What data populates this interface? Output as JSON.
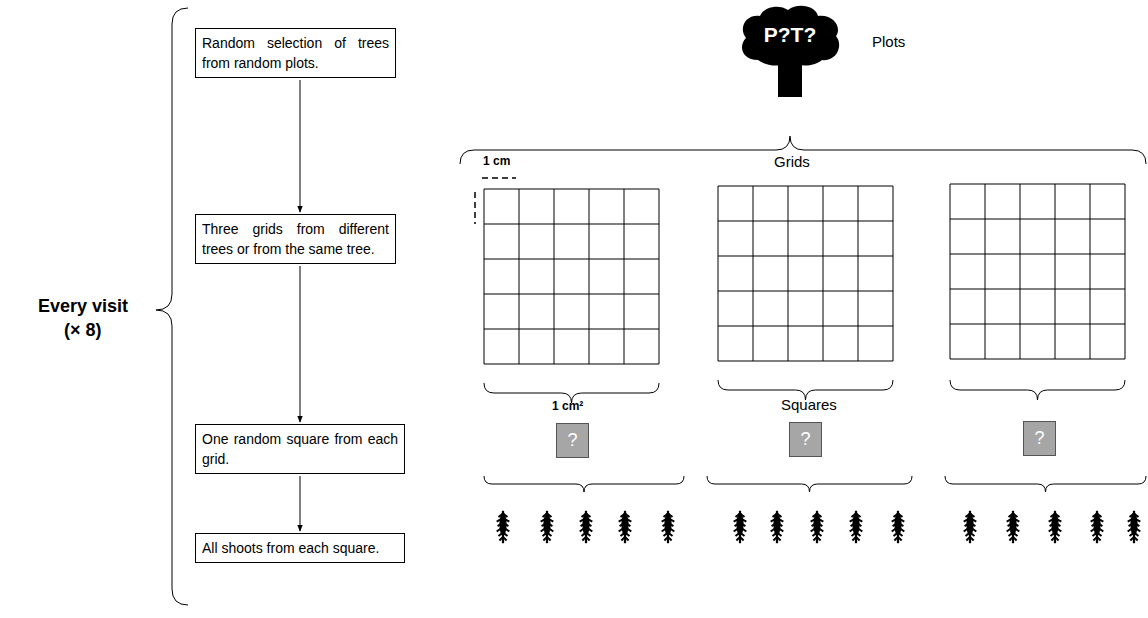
{
  "diagram": {
    "nodes": [
      {
        "text": [
          "Random selection of trees from random plots."
        ]
      },
      {
        "text": [
          "Three grids from different trees or from the same tree."
        ]
      },
      {
        "text": [
          "One random square from each grid."
        ]
      },
      {
        "text": [
          "All shoots from each square."
        ]
      },
      {
        "text": [
          "P?T?"
        ]
      },
      {
        "text": [
          "?"
        ]
      },
      {
        "text": [
          "?"
        ]
      },
      {
        "text": [
          "?"
        ]
      }
    ],
    "edges": [
      {
        "from": 0,
        "to": 1,
        "arrow": "to"
      },
      {
        "from": 1,
        "to": 2,
        "arrow": "to"
      },
      {
        "from": 2,
        "to": 3,
        "arrow": "to"
      }
    ],
    "labels": [
      "Every visit",
      "(× 8)",
      "Plots",
      "1 cm",
      "Grids",
      "1 cm²",
      "Squares"
    ]
  }
}
